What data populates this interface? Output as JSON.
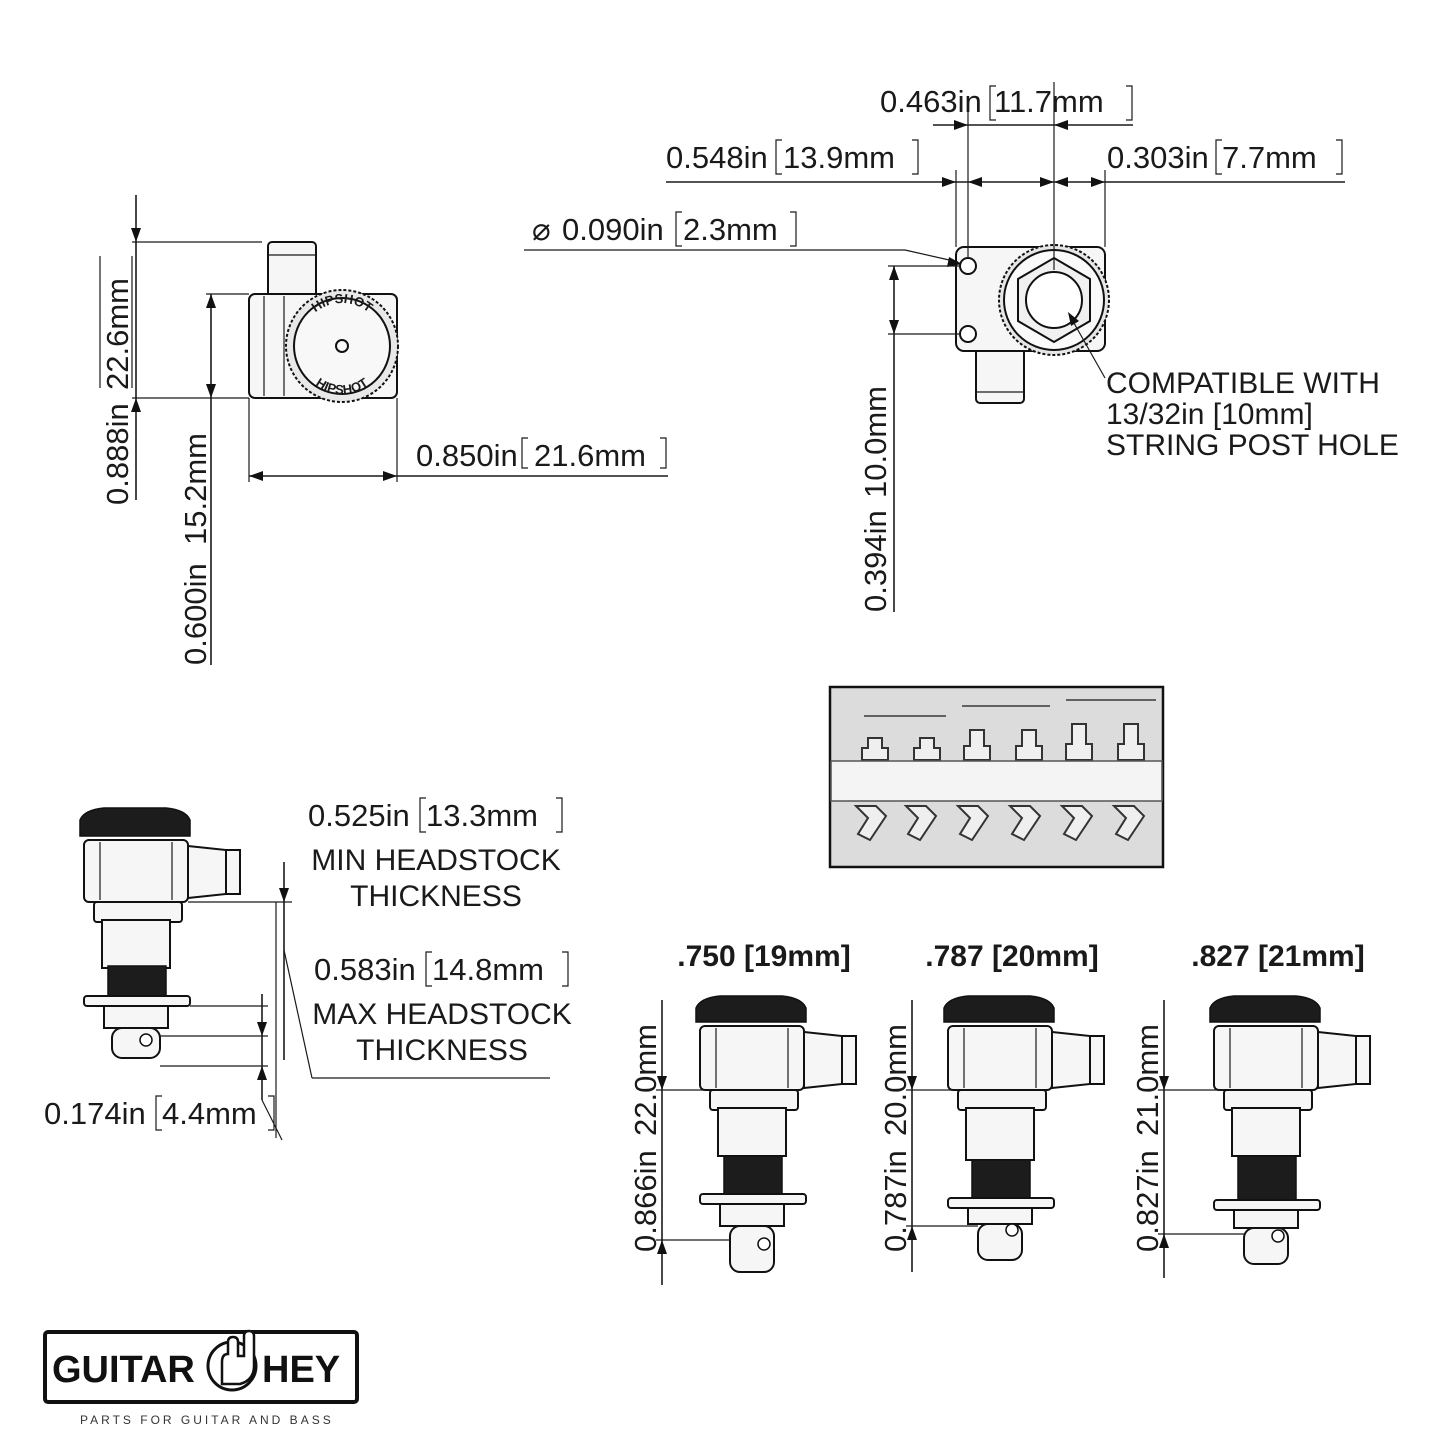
{
  "side_view": {
    "height_total": "0.888in",
    "height_total_mm": "22.6mm",
    "height_body": "0.600in",
    "height_body_mm": "15.2mm",
    "width": "0.850in",
    "width_mm": "21.6mm",
    "knob_brand_top": "HIPSHOT",
    "knob_brand_bottom": "HIPSHOT"
  },
  "back_view": {
    "dim_pin_offset": "0.463in",
    "dim_pin_offset_mm": "11.7mm",
    "dim_left": "0.548in",
    "dim_left_mm": "13.9mm",
    "dim_right": "0.303in",
    "dim_right_mm": "7.7mm",
    "pin_diameter_symbol": "⌀",
    "pin_diameter": "0.090in",
    "pin_diameter_mm": "2.3mm",
    "pin_spacing": "0.394in",
    "pin_spacing_mm": "10.0mm",
    "note_line1": "COMPATIBLE WITH",
    "note_line2": "13/32in [10mm]",
    "note_line3": "STRING POST HOLE"
  },
  "front_view": {
    "min_value": "0.525in",
    "min_value_mm": "13.3mm",
    "min_label_line1": "MIN HEADSTOCK",
    "min_label_line2": "THICKNESS",
    "max_value": "0.583in",
    "max_value_mm": "14.8mm",
    "max_label_line1": "MAX HEADSTOCK",
    "max_label_line2": "THICKNESS",
    "post": "0.174in",
    "post_mm": "4.4mm"
  },
  "variants": [
    {
      "header": ".750 [19mm]",
      "dim": "0.866in",
      "dim_mm": "22.0mm"
    },
    {
      "header": ".787 [20mm]",
      "dim": "0.787in",
      "dim_mm": "20.0mm"
    },
    {
      "header": ".827 [21mm]",
      "dim": "0.827in",
      "dim_mm": "21.0mm"
    }
  ],
  "logo": {
    "word_left": "GUITAR",
    "word_right": "HEY",
    "tagline": "PARTS FOR GUITAR AND BASS"
  },
  "colors": {
    "line": "#1a1a1a",
    "knob": "#1c1c1c",
    "background": "#ffffff"
  }
}
